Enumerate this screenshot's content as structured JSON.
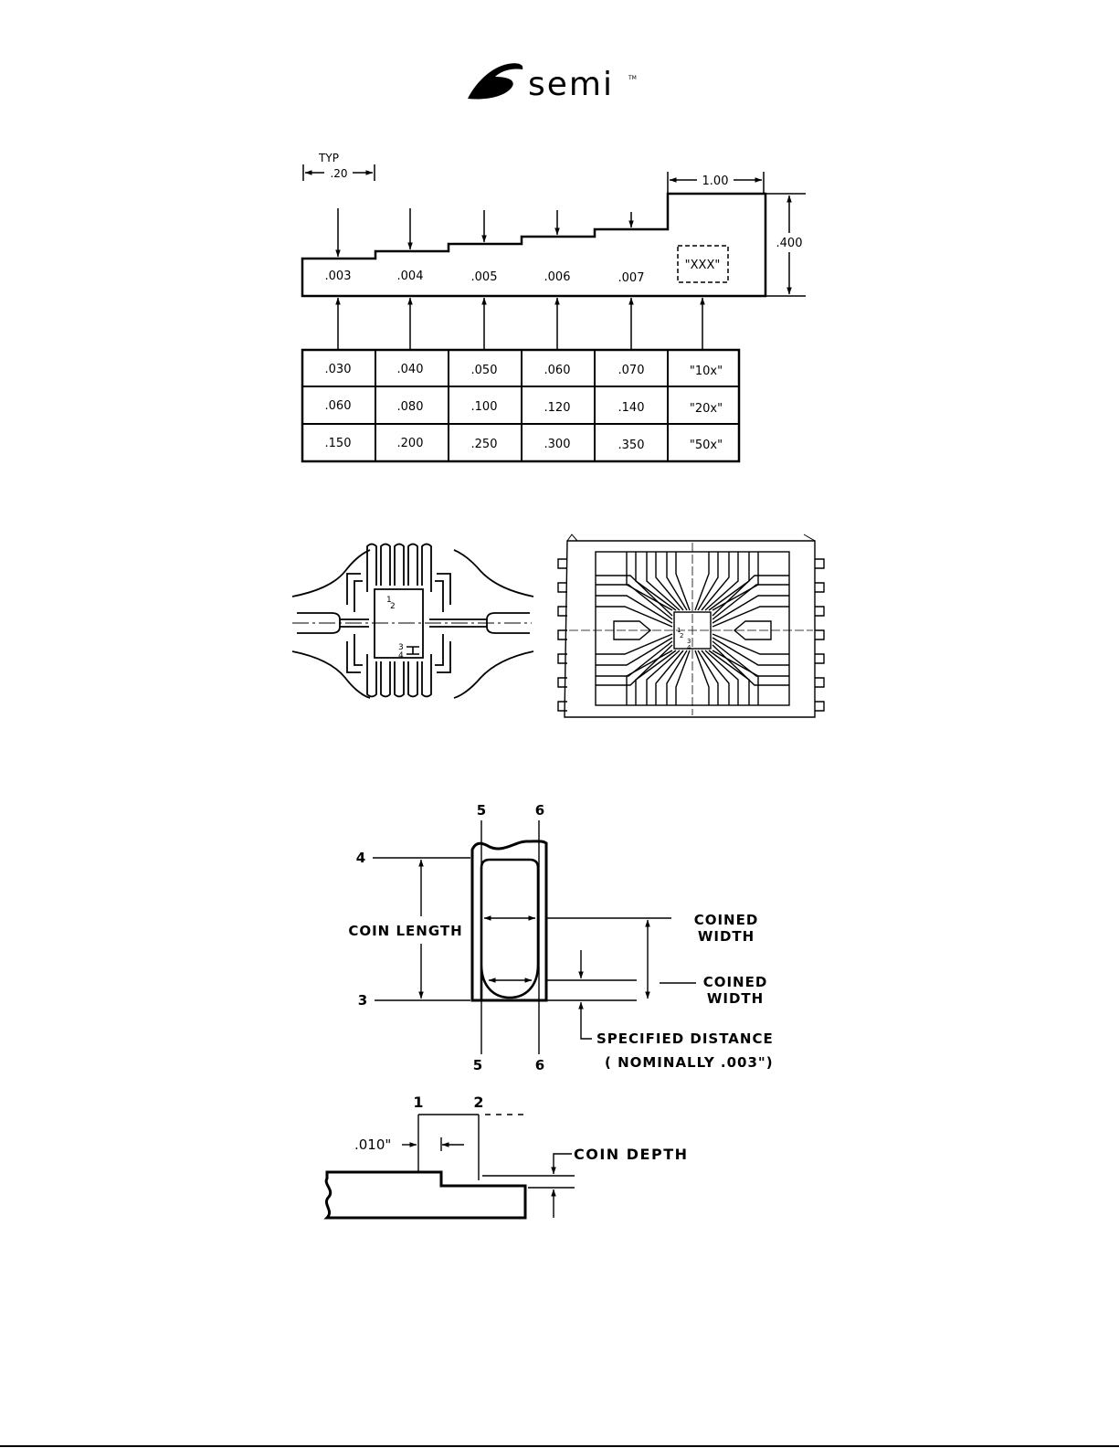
{
  "header": {
    "logo_text": "semi",
    "logo_tm": "TM"
  },
  "figure1": {
    "typ_label": "TYP",
    "typ_value": ".20",
    "width_dim": "1.00",
    "height_dim": ".400",
    "step_labels": [
      ".003",
      ".004",
      ".005",
      ".006",
      ".007"
    ],
    "marker_label": "\"XXX\"",
    "table": [
      [
        ".030",
        ".040",
        ".050",
        ".060",
        ".070",
        "\"10x\""
      ],
      [
        ".060",
        ".080",
        ".100",
        ".120",
        ".140",
        "\"20x\""
      ],
      [
        ".150",
        ".200",
        ".250",
        ".300",
        ".350",
        "\"50x\""
      ]
    ]
  },
  "figure2": {
    "left_pattern": {
      "marks": [
        "1",
        "2",
        "3",
        "4"
      ]
    },
    "right_pattern": {
      "marks": [
        "1",
        "2",
        "3",
        "4"
      ]
    }
  },
  "figure3": {
    "top_labels": [
      "5",
      "6"
    ],
    "bottom_labels": [
      "5",
      "6"
    ],
    "label_4": "4",
    "label_3": "3",
    "coin_length": "COIN LENGTH",
    "coined_width_1": [
      "COINED",
      "WIDTH"
    ],
    "coined_width_2": [
      "COINED",
      "WIDTH"
    ],
    "specified_distance": "SPECIFIED DISTANCE",
    "nominal": "( NOMINALLY .003\")"
  },
  "figure4": {
    "label_1": "1",
    "label_2": "2",
    "offset_dim": ".010\"",
    "coin_depth": "COIN DEPTH"
  }
}
